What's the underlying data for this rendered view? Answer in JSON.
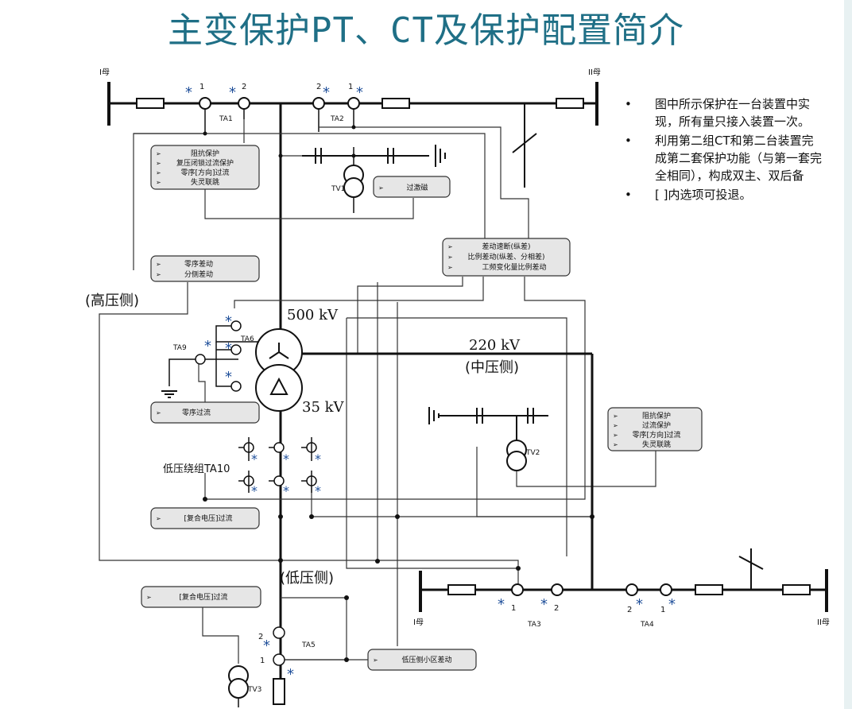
{
  "title": "主变保护PT、CT及保护配置简介",
  "notes": [
    "图中所示保护在一台装置中实现，所有量只接入装置一次。",
    "利用第二组CT和第二台装置完成第二套保护功能（与第一套完全相同），构成双主、双后备",
    "[ ]内选项可投退。"
  ],
  "bus": {
    "hv_bus1": "I母",
    "hv_bus2": "II母",
    "mv_bus1": "I母",
    "mv_bus2": "II母"
  },
  "ct": {
    "ta1": "TA1",
    "ta2": "TA2",
    "ta3": "TA3",
    "ta4": "TA4",
    "ta5": "TA5",
    "ta6": "TA6",
    "ta9": "TA9",
    "ta10": "低压绕组TA10",
    "n1": "1",
    "n2": "2",
    "star": "*"
  },
  "pt": {
    "tv1": "TV1",
    "tv2": "TV2",
    "tv3": "TV3"
  },
  "voltages": {
    "hv": "500 kV",
    "mv": "220 kV",
    "lv": "35 kV"
  },
  "sides": {
    "hv": "(高压侧)",
    "mv": "(中压侧)",
    "lv": "(低压侧)"
  },
  "boxes": {
    "hv_backup": [
      "阻抗保护",
      "复压闭锁过流保护",
      "零序[方向]过流",
      "失灵联跳"
    ],
    "overexcitation": [
      "过激磁"
    ],
    "zero_diff": [
      "零序差动",
      "分侧差动"
    ],
    "main_diff": [
      "差动速断(纵差)",
      "比例差动(纵差、分相差)",
      "工频变化量比例差动"
    ],
    "zero_oc": [
      "零序过流"
    ],
    "mv_backup": [
      "阻抗保护",
      "过流保护",
      "零序[方向]过流",
      "失灵联跳"
    ],
    "lv_winding_oc": [
      "[复合电压]过流"
    ],
    "lv_oc": [
      "[复合电压]过流"
    ],
    "lv_diff": [
      "低压侧小区差动"
    ]
  },
  "colors": {
    "title": "#1f6f86",
    "line": "#111111",
    "aux_line": "#333333",
    "box_fill": "#e6e6e6",
    "ct_star": "#1f4f9a"
  }
}
